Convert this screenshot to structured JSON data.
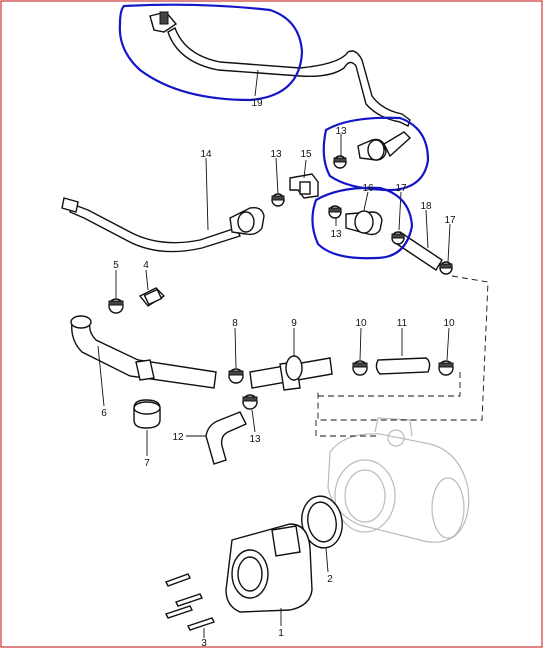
{
  "diagram": {
    "frame_color": "#cc3333",
    "highlight_color": "#1515c8",
    "callouts": {
      "c1": "1",
      "c2": "2",
      "c3": "3",
      "c4": "4",
      "c5": "5",
      "c6": "6",
      "c7": "7",
      "c8": "8",
      "c9": "9",
      "c10a": "10",
      "c10b": "10",
      "c11": "11",
      "c12": "12",
      "c13a": "13",
      "c13b": "13",
      "c13c": "13",
      "c13d": "13",
      "c14": "14",
      "c15": "15",
      "c16": "16",
      "c17a": "17",
      "c17b": "17",
      "c18": "18",
      "c19": "19"
    }
  }
}
